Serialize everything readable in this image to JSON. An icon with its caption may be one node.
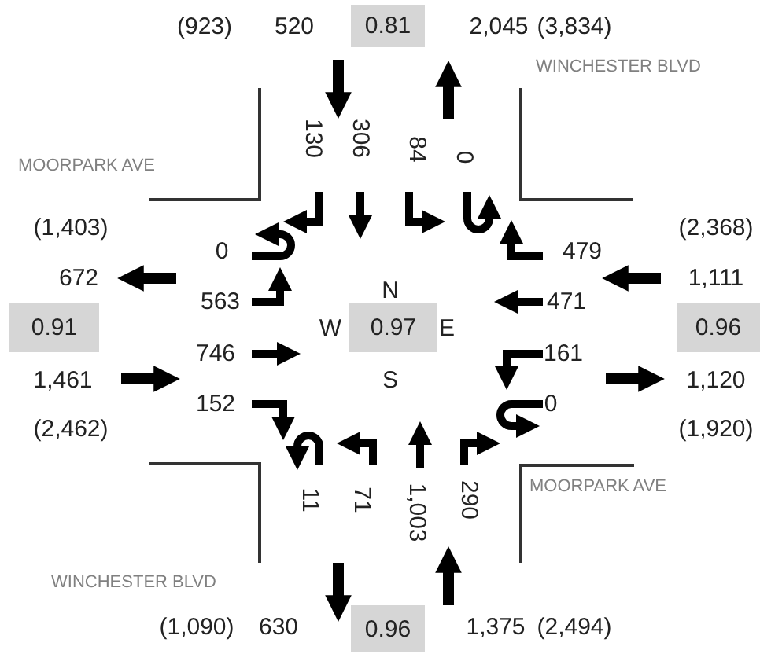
{
  "diagram": {
    "nodes": [
      {
        "text": [
          "0.81"
        ]
      },
      {
        "text": [
          "0.91"
        ]
      },
      {
        "text": [
          "0.97"
        ]
      },
      {
        "text": [
          "0.96"
        ]
      },
      {
        "text": [
          "0.96"
        ]
      }
    ],
    "labels": [
      "(923)",
      "520",
      "2,045",
      "(3,834)",
      "WINCHESTER BLVD",
      "130",
      "306",
      "84",
      "0",
      "MOORPARK AVE",
      "(1,403)",
      "(2,368)",
      "0",
      "479",
      "672",
      "1,111",
      "563",
      "N",
      "471",
      "W",
      "E",
      "746",
      "161",
      "1,461",
      "S",
      "1,120",
      "152",
      "0",
      "(2,462)",
      "(1,920)",
      "11",
      "71",
      "1,003",
      "290",
      "MOORPARK AVE",
      "WINCHESTER BLVD",
      "(1,090)",
      "630",
      "1,375",
      "(2,494)"
    ]
  }
}
